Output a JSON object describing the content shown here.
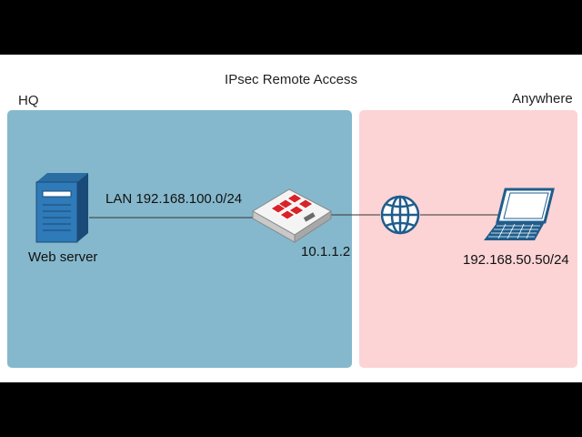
{
  "diagram": {
    "title": "IPsec Remote Access",
    "zones": {
      "hq": {
        "label": "HQ",
        "color": "#85b8cc"
      },
      "anywhere": {
        "label": "Anywhere",
        "color": "#fcd4d6"
      }
    },
    "nodes": {
      "web_server": {
        "label": "Web server",
        "icon": "server-icon"
      },
      "lan": {
        "label": "LAN 192.168.100.0/24"
      },
      "firewall": {
        "label": "10.1.1.2",
        "icon": "fortigate-firewall-icon",
        "accent": "#d8232a"
      },
      "internet": {
        "icon": "globe-icon",
        "color": "#1f5d8c"
      },
      "laptop": {
        "label": "192.168.50.50/24",
        "icon": "laptop-icon",
        "color": "#1f5d8c"
      }
    }
  }
}
